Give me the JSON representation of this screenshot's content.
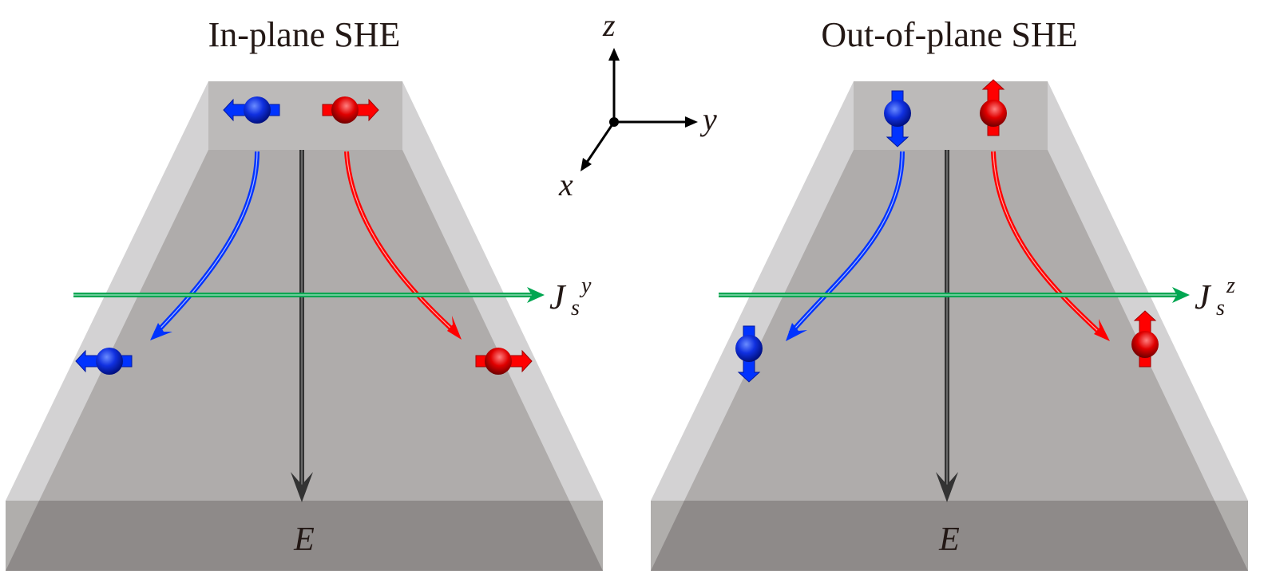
{
  "panels": [
    {
      "title": "In-plane SHE",
      "current_label": "J",
      "current_sub": "s",
      "current_sup": "y",
      "field_label": "E",
      "spin_orientation": "horizontal"
    },
    {
      "title": "Out-of-plane SHE",
      "current_label": "J",
      "current_sub": "s",
      "current_sup": "z",
      "field_label": "E",
      "spin_orientation": "vertical"
    }
  ],
  "axes": {
    "z": "z",
    "y": "y",
    "x": "x"
  },
  "colors": {
    "spin_up": "#ff0000",
    "spin_down": "#0033ff",
    "spin_current": "#00a651",
    "field": "#333333",
    "slab_light": "#d3d2d3",
    "slab_top": "#bcbab9",
    "slab_face": "#afacab",
    "slab_bottom": "#8e8a89"
  }
}
